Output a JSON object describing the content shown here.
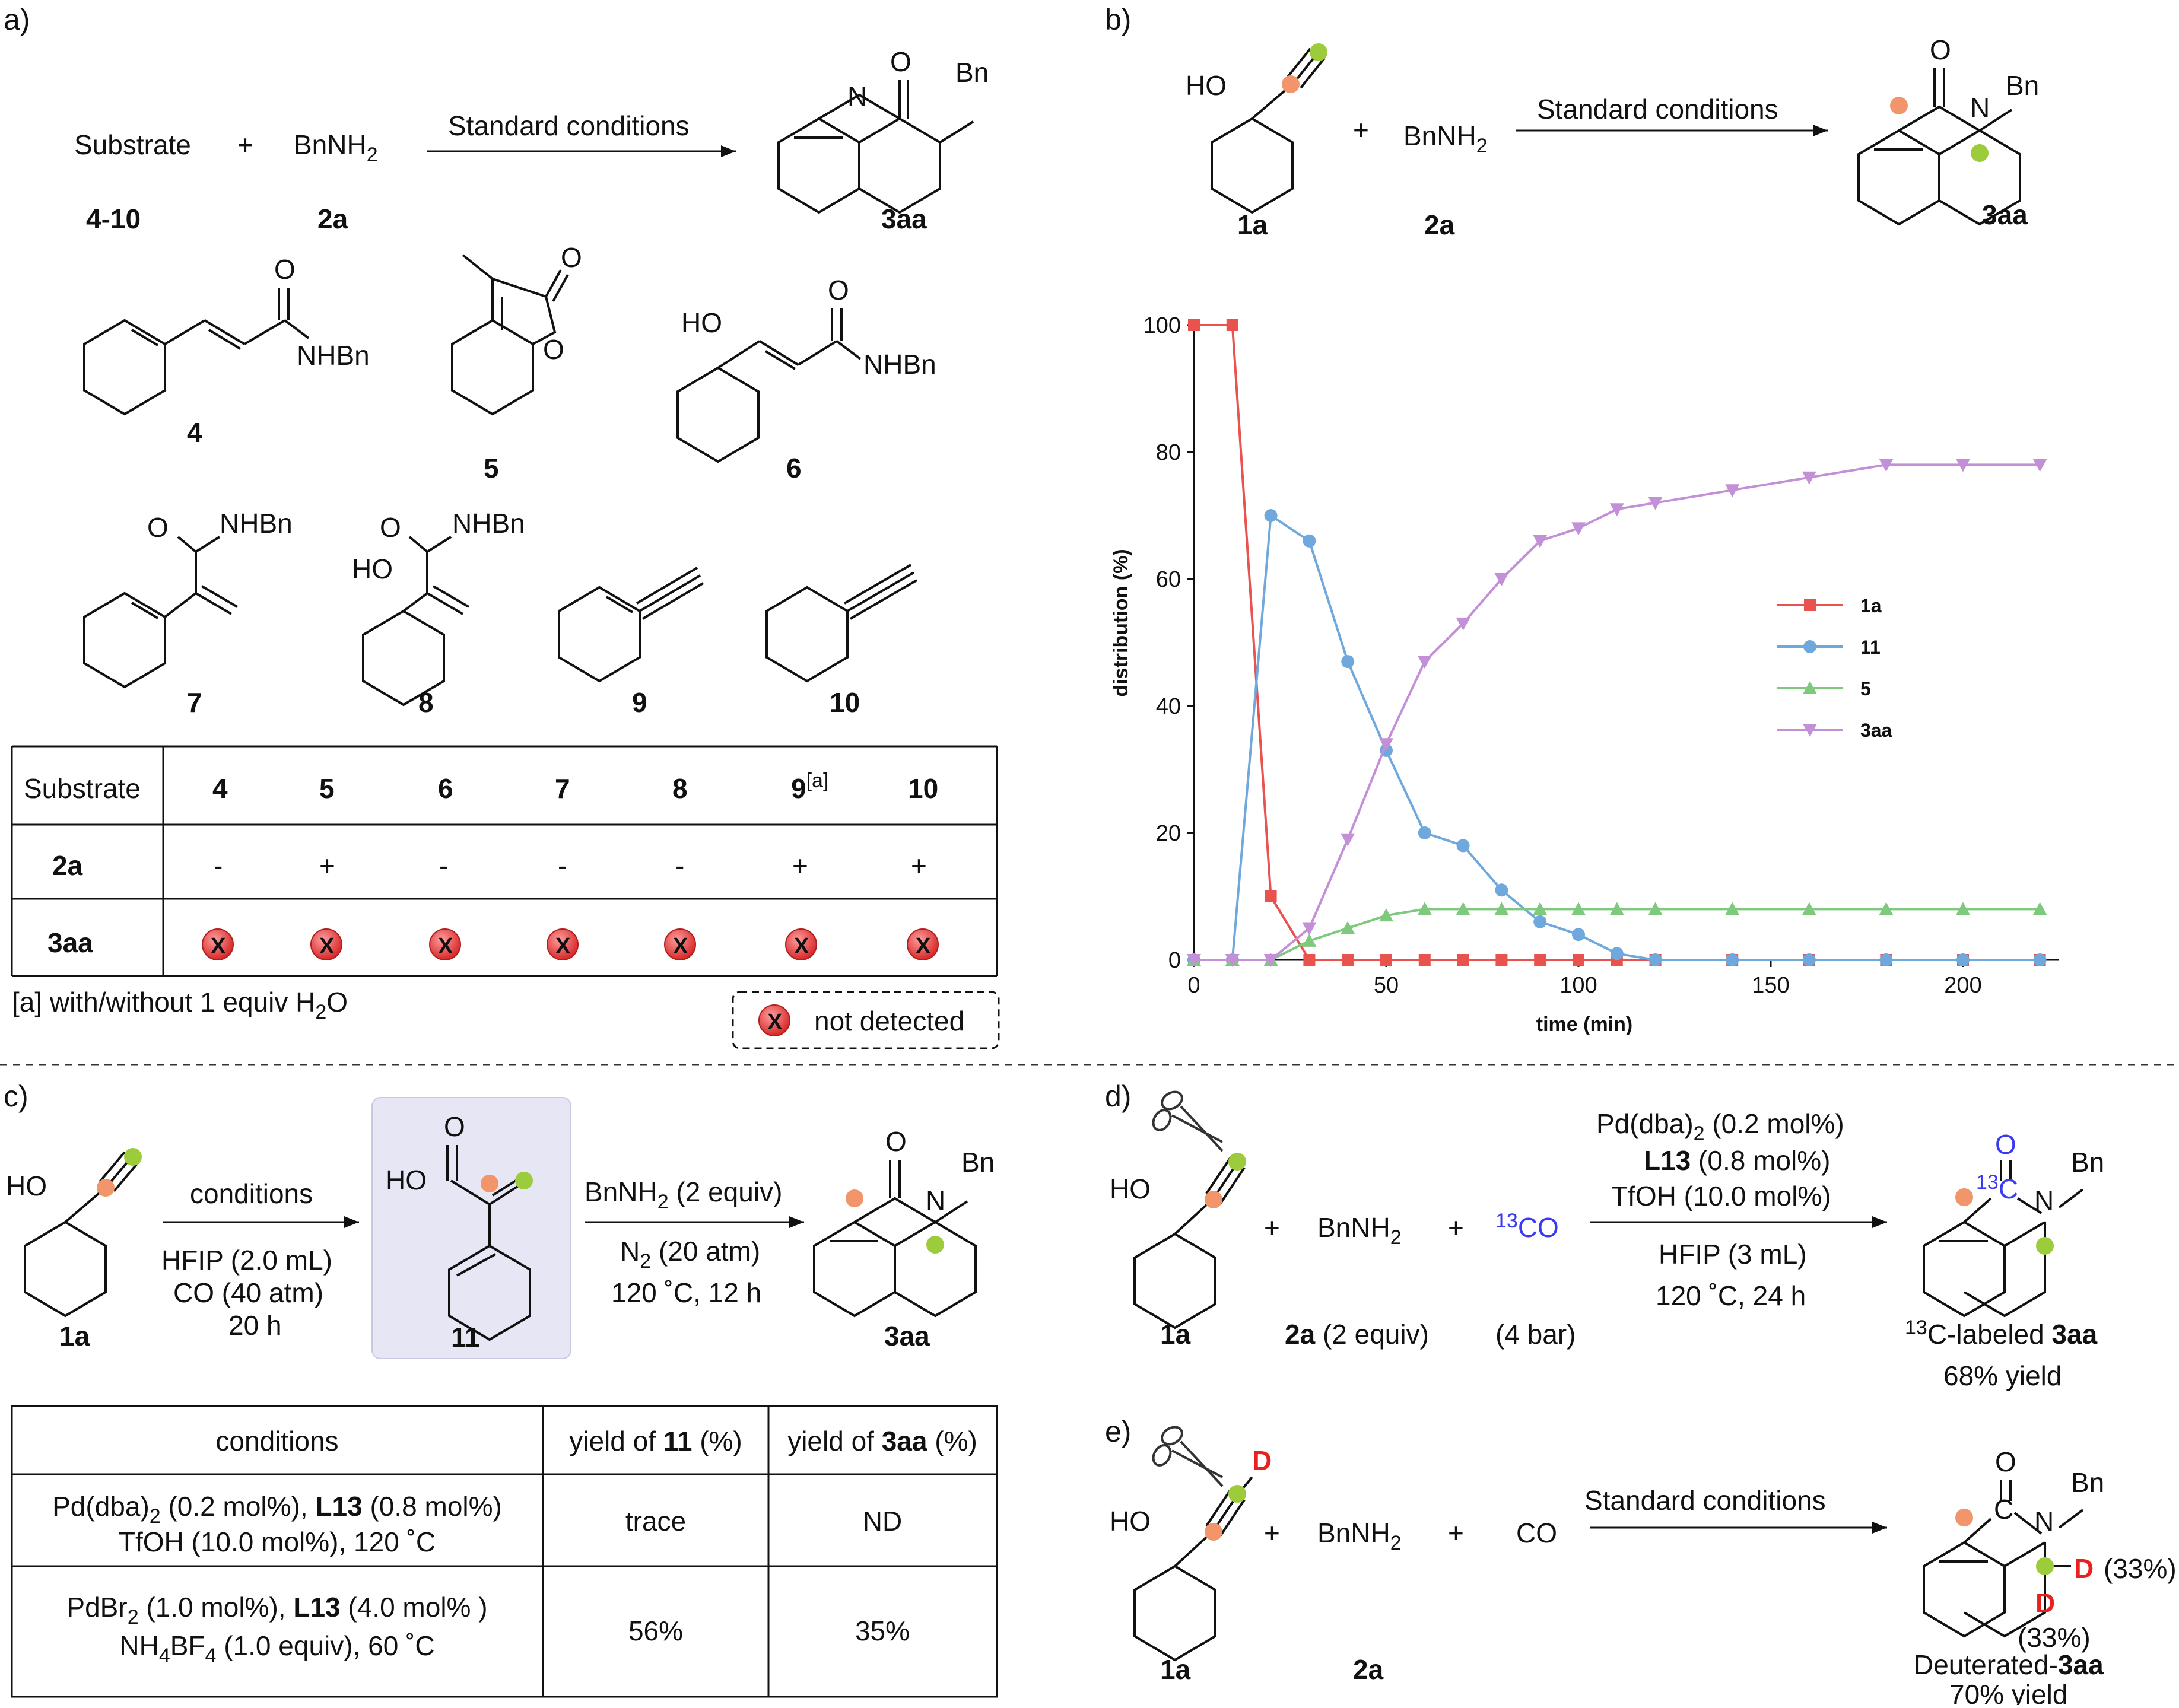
{
  "panels": {
    "a": "a)",
    "b": "b)",
    "c": "c)",
    "d": "d)",
    "e": "e)"
  },
  "common": {
    "standard_conditions": "Standard conditions",
    "bn": "Bn",
    "n": "N",
    "o": "O",
    "ho": "HO",
    "nhbn": "NHBn",
    "bnnh2_main": "BnNH",
    "sub2": "2",
    "plus": "+",
    "co": "CO",
    "d": "D"
  },
  "panel_a": {
    "substrate_label": "Substrate",
    "substrate_numbers": "4-10",
    "amine_number": "2a",
    "product_number": "3aa",
    "compound_labels": [
      "4",
      "5",
      "6",
      "7",
      "8",
      "9",
      "10"
    ],
    "table": {
      "header": "Substrate",
      "columns": [
        "4",
        "5",
        "6",
        "7",
        "8",
        "9",
        "10"
      ],
      "col9_note": "[a]",
      "row2_label": "2a",
      "row2": [
        "-",
        "+",
        "-",
        "-",
        "-",
        "+",
        "+"
      ],
      "row3_label": "3aa",
      "row3_symbol": "X"
    },
    "footnote_prefix": "[a] with/without 1 equiv H",
    "footnote_sub": "2",
    "footnote_suffix": "O",
    "legend_text": "not detected"
  },
  "panel_b": {
    "reactant1": "1a",
    "reactant2": "2a",
    "product": "3aa"
  },
  "chart_data": {
    "type": "line",
    "xlabel": "time (min)",
    "ylabel": "distribution (%)",
    "xlim": [
      0,
      225
    ],
    "ylim": [
      0,
      100
    ],
    "xticks": [
      0,
      50,
      100,
      150,
      200
    ],
    "yticks": [
      0,
      20,
      40,
      60,
      80,
      100
    ],
    "legend_position": "center-right",
    "grid": false,
    "series": [
      {
        "name": "1a",
        "color": "#e8524f",
        "marker": "square",
        "x": [
          0,
          10,
          20,
          30,
          40,
          50,
          60,
          70,
          80,
          90,
          100,
          110,
          120,
          140,
          160,
          180,
          200,
          220
        ],
        "y": [
          100,
          100,
          10,
          0,
          0,
          0,
          0,
          0,
          0,
          0,
          0,
          0,
          0,
          0,
          0,
          0,
          0,
          0
        ]
      },
      {
        "name": "11",
        "color": "#6fa8dc",
        "marker": "circle",
        "x": [
          0,
          10,
          20,
          30,
          40,
          50,
          60,
          70,
          80,
          90,
          100,
          110,
          120,
          140,
          160,
          180,
          200,
          220
        ],
        "y": [
          0,
          0,
          70,
          66,
          47,
          33,
          20,
          18,
          11,
          6,
          4,
          1,
          0,
          0,
          0,
          0,
          0,
          0
        ]
      },
      {
        "name": "5",
        "color": "#7fc97f",
        "marker": "triangle-up",
        "x": [
          0,
          10,
          20,
          30,
          40,
          50,
          60,
          70,
          80,
          90,
          100,
          110,
          120,
          140,
          160,
          180,
          200,
          220
        ],
        "y": [
          0,
          0,
          0,
          3,
          5,
          7,
          8,
          8,
          8,
          8,
          8,
          8,
          8,
          8,
          8,
          8,
          8,
          8
        ]
      },
      {
        "name": "3aa",
        "color": "#c38fd6",
        "marker": "triangle-down",
        "x": [
          0,
          10,
          20,
          30,
          40,
          50,
          60,
          70,
          80,
          90,
          100,
          110,
          120,
          140,
          160,
          180,
          200,
          220
        ],
        "y": [
          0,
          0,
          0,
          5,
          19,
          34,
          47,
          53,
          60,
          66,
          68,
          71,
          72,
          74,
          76,
          78,
          78,
          78
        ]
      }
    ]
  },
  "panel_c": {
    "reactant": "1a",
    "conditions_label": "conditions",
    "hfip": "HFIP (2.0 mL)",
    "co": "CO (40 atm)",
    "time": "20 h",
    "intermediate": "11",
    "step2_amine_prefix": "BnNH",
    "step2_amine_suffix": " (2 equiv)",
    "step2_n2_prefix": "N",
    "step2_n2_suffix": " (20 atm)",
    "step2_temp": "120 ˚C, 12 h",
    "product": "3aa",
    "table": {
      "headers": [
        "conditions",
        "yield of ",
        "11",
        " (%)",
        "yield of ",
        "3aa",
        " (%)"
      ],
      "row1_line1_a": "Pd(dba)",
      "row1_line1_b": " (0.2 mol%), ",
      "row1_line1_c": "L13",
      "row1_line1_d": " (0.8 mol%)",
      "row1_line2": "TfOH (10.0 mol%), 120 ˚C",
      "row1_yield11": "trace",
      "row1_yield3aa": "ND",
      "row2_line1_a": "PdBr",
      "row2_line1_b": " (1.0 mol%), ",
      "row2_line1_c": "L13",
      "row2_line1_d": " (4.0 mol% )",
      "row2_line2_a": "NH",
      "row2_line2_sub1": "4",
      "row2_line2_b": "BF",
      "row2_line2_sub2": "4",
      "row2_line2_c": " (1.0 equiv), 60 ˚C",
      "row2_yield11": "56%",
      "row2_yield3aa": "35%"
    }
  },
  "panel_d": {
    "reactant": "1a",
    "amine": "2a",
    "amine_equiv": " (2 equiv)",
    "co13_sup": "13",
    "co_pressure": "(4 bar)",
    "cond1_a": "Pd(dba)",
    "cond1_b": " (0.2 mol%)",
    "cond2_a": "L13",
    "cond2_b": " (0.8 mol%)",
    "cond3": "TfOH (10.0 mol%)",
    "cond4": "HFIP (3 mL)",
    "cond5": "120 ˚C, 24 h",
    "c13": "C",
    "product_prefix": "C-labeled ",
    "product_name": "3aa",
    "yield": "68% yield"
  },
  "panel_e": {
    "reactant": "1a",
    "amine": "2a",
    "d_pct1": "(33%)",
    "d_pct2": "(33%)",
    "product_prefix": "Deuterated-",
    "product_name": "3aa",
    "yield": "70% yield"
  },
  "colors": {
    "orange_dot": "#f2956b",
    "green_dot": "#9ccc3c",
    "highlight_box": "#e6e6f5",
    "blue_label": "#3a3af0",
    "red_d": "#e8201f",
    "x_marker": "#e33c3c"
  }
}
